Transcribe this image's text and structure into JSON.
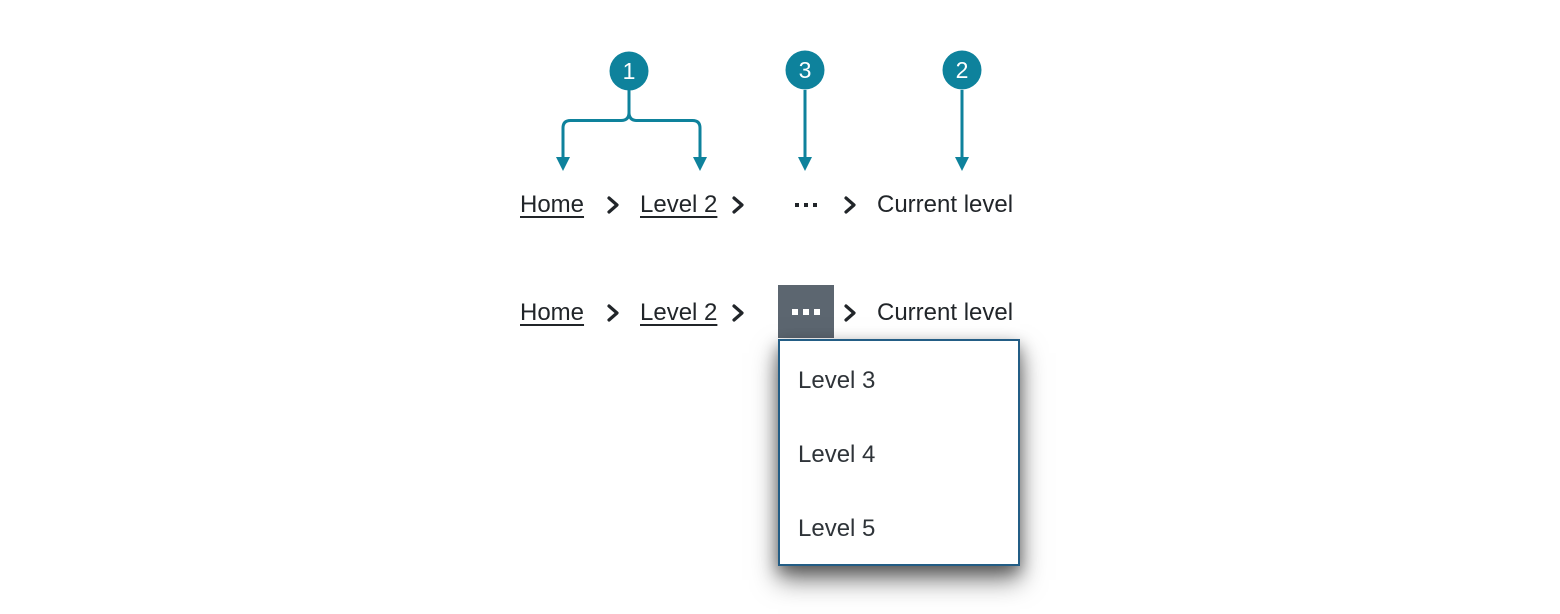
{
  "diagram_title": "breadcrumb-anatomy-diagram",
  "colors": {
    "accent_teal": "#0E829C",
    "text_dark": "#212529",
    "menu_text": "#2F3439",
    "overflow_button_gray": "#5C6670",
    "dropdown_border_blue": "#235D85",
    "background": "#FFFFFF"
  },
  "markers": {
    "one": "1",
    "two": "2",
    "three": "3"
  },
  "breadcrumbs": {
    "collapsed": {
      "home": "Home",
      "level2": "Level 2",
      "current": "Current level"
    },
    "expanded": {
      "home": "Home",
      "level2": "Level 2",
      "current": "Current level"
    }
  },
  "dropdown": {
    "items": [
      "Level 3",
      "Level 4",
      "Level 5"
    ]
  }
}
